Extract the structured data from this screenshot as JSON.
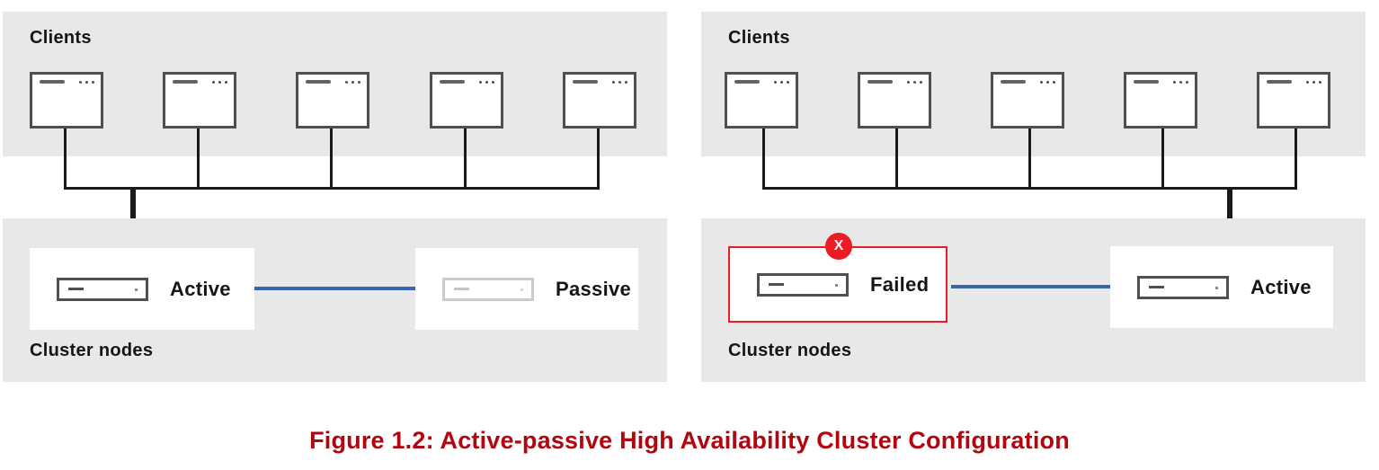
{
  "figure": {
    "caption": "Figure 1.2: Active-passive High Availability Cluster Configuration"
  },
  "colors": {
    "panel_bg": "#e8e8e8",
    "icon_border": "#4f4f4f",
    "dim_icon_border": "#cbcbcb",
    "heartbeat_blue": "#3666b0",
    "failure_red": "#ed1c24",
    "caption_red": "#b1060f",
    "line_black": "#1a1a1a",
    "text": "#151515"
  },
  "left_diagram": {
    "clients_label": "Clients",
    "client_count": 5,
    "cluster_label": "Cluster nodes",
    "nodes": [
      {
        "label": "Active",
        "state": "active"
      },
      {
        "label": "Passive",
        "state": "passive"
      }
    ]
  },
  "right_diagram": {
    "clients_label": "Clients",
    "client_count": 5,
    "cluster_label": "Cluster nodes",
    "failed_badge_glyph": "X",
    "nodes": [
      {
        "label": "Failed",
        "state": "failed"
      },
      {
        "label": "Active",
        "state": "active"
      }
    ]
  }
}
